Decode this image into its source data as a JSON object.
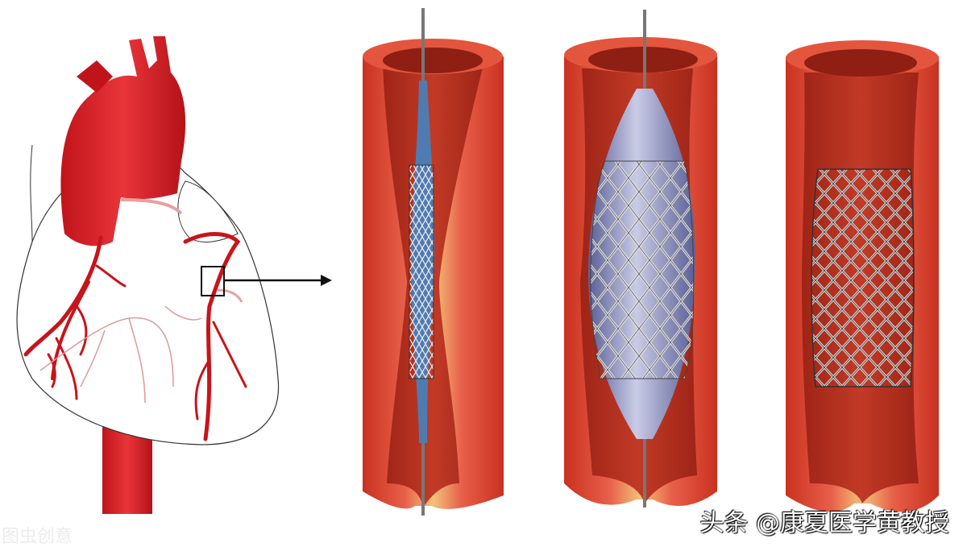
{
  "figure": {
    "panels": [
      "heart-with-coronary-arteries",
      "stent-on-deflated-balloon",
      "balloon-inflated-stent-expanded",
      "stent-deployed"
    ],
    "colors": {
      "artery": "#d8402c",
      "lumen": "#b02a1c",
      "plaque": "#f2c77a",
      "balloon": "#8a8fc0",
      "stent": "#cfcfcf",
      "wire": "#777777"
    }
  },
  "watermarks": {
    "author": "头条 @康夏医学黄教授",
    "stock": "图虫创意"
  }
}
